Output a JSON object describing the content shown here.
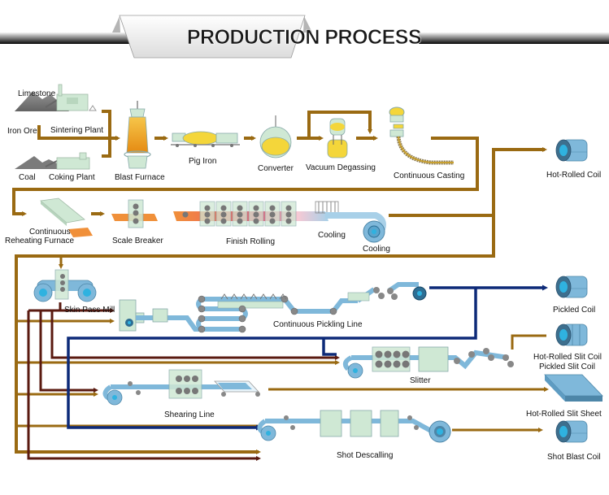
{
  "title": "PRODUCTION PROCESS",
  "colors": {
    "brown_line": "#9a6a12",
    "dark_red_line": "#5a1a10",
    "navy_line": "#0d2a78",
    "equipment_green": "#cfe8d4",
    "strip_blue": "#7fb8da",
    "molten_yellow": "#f4d63a",
    "hot_orange": "#f0903a"
  },
  "stages": {
    "raw_materials": {
      "limestone": "Limestone",
      "iron_ore": "Iron Ore",
      "coal": "Coal",
      "sintering_plant": "Sintering Plant",
      "coking_plant": "Coking Plant"
    },
    "iron_steel_making": {
      "blast_furnace": "Blast Furnace",
      "pig_iron": "Pig Iron",
      "converter": "Converter",
      "vacuum_degassing": "Vacuum Degassing",
      "continuous_casting": "Continuous Casting"
    },
    "hot_rolling": {
      "reheating_furnace_line1": "Continuous",
      "reheating_furnace_line2": "Reheating Furnace",
      "scale_breaker": "Scale Breaker",
      "finish_rolling": "Finish Rolling",
      "cooling_1": "Cooling",
      "cooling_2": "Cooling"
    },
    "processing_lines": {
      "skin_pass_mill": "Skin Pass Mill",
      "continuous_pickling_line": "Continuous Pickling Line",
      "slitter": "Slitter",
      "shearing_line": "Shearing Line",
      "shot_descalling": "Shot Descalling"
    }
  },
  "products": {
    "hot_rolled_coil": "Hot-Rolled Coil",
    "pickled_coil": "Pickled Coil",
    "slit_coil_line1": "Hot-Rolled Slit Coil",
    "slit_coil_line2": "Pickled Slit Coil",
    "slit_sheet": "Hot-Rolled Slit Sheet",
    "shot_blast_coil": "Shot Blast Coil"
  }
}
